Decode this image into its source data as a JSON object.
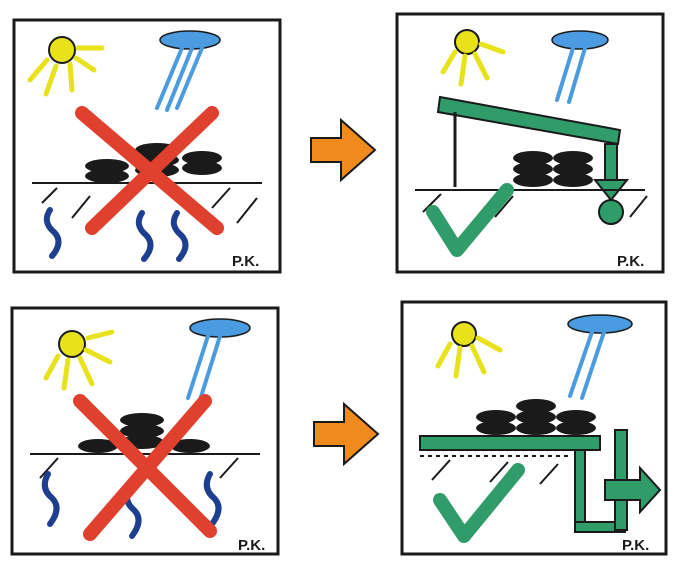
{
  "panels": [
    {
      "id": "top-left",
      "state": "rejected",
      "signature": "P.K."
    },
    {
      "id": "top-right",
      "state": "approved",
      "signature": "P.K."
    },
    {
      "id": "bottom-left",
      "state": "rejected",
      "signature": "P.K."
    },
    {
      "id": "bottom-right",
      "state": "approved",
      "signature": "P.K."
    }
  ],
  "colors": {
    "sun": "#e8e21c",
    "rain": "#4a9be0",
    "cross": "#e0402e",
    "roof": "#2f9c6a",
    "arrow": "#f08a1c",
    "ink": "#1a1a1a",
    "water": "#1e3f8f"
  }
}
